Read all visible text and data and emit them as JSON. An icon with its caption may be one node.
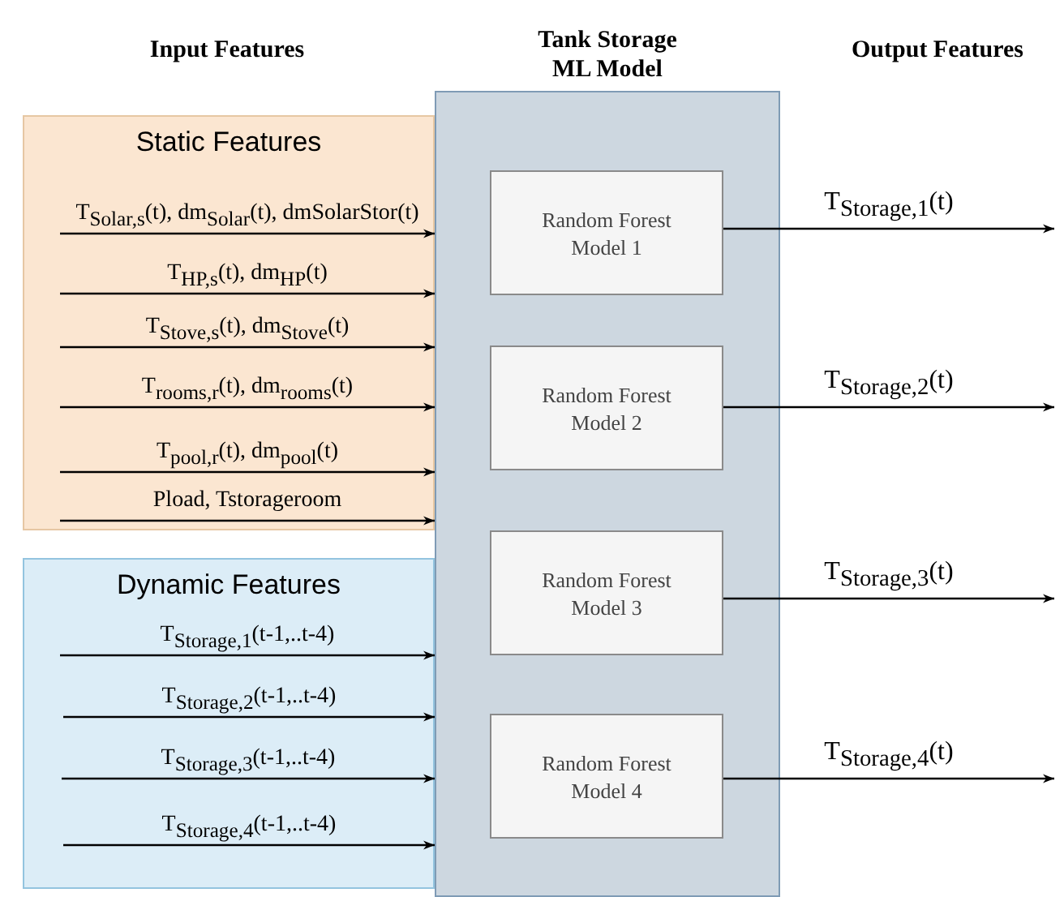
{
  "diagram": {
    "nodes": [
      {
        "text": [
          "Static Features"
        ]
      },
      {
        "text": [
          "Dynamic Features"
        ]
      },
      {
        "text": [
          "Tank Storage ML Model"
        ]
      },
      {
        "text": [
          "Random Forest Model 1"
        ],
        "in": 2
      },
      {
        "text": [
          "Random Forest Model 2"
        ],
        "in": 2
      },
      {
        "text": [
          "Random Forest Model 3"
        ],
        "in": 2
      },
      {
        "text": [
          "Random Forest Model 4"
        ],
        "in": 2
      }
    ],
    "edges": [
      {
        "from": 0,
        "to": 2,
        "arrow": "to",
        "label": "T$_{Solar,s}$(t), dm$_{Solar}$(t), dmSolarStor(t)"
      },
      {
        "from": 0,
        "to": 2,
        "arrow": "to",
        "label": "T$_{HP,s}$(t), dm$_{HP}$(t)"
      },
      {
        "from": 0,
        "to": 2,
        "arrow": "to",
        "label": "T$_{Stove,s}$(t), dm$_{Stove}$(t)"
      },
      {
        "from": 0,
        "to": 2,
        "arrow": "to",
        "label": "T$_{rooms,r}$(t), dm$_{rooms}$(t)"
      },
      {
        "from": 0,
        "to": 2,
        "arrow": "to",
        "label": "T$_{pool,r}$(t), dm$_{pool}$(t)"
      },
      {
        "from": 0,
        "to": 2,
        "arrow": "to",
        "label": "Pload, Tstorageroom"
      },
      {
        "from": 1,
        "to": 2,
        "arrow": "to",
        "label": "T$_{Storage,1}$(t-1,..t-4)"
      },
      {
        "from": 1,
        "to": 2,
        "arrow": "to",
        "label": "T$_{Storage,2}$(t-1,..t-4)"
      },
      {
        "from": 1,
        "to": 2,
        "arrow": "to",
        "label": "T$_{Storage,3}$(t-1,..t-4)"
      },
      {
        "from": 1,
        "to": 2,
        "arrow": "to",
        "label": "T$_{Storage,4}$(t-1,..t-4)"
      },
      {
        "from": 3,
        "to": null,
        "arrow": "to",
        "label": "T$_{Storage,1}$(t)"
      },
      {
        "from": 4,
        "to": null,
        "arrow": "to",
        "label": "T$_{Storage,2}$(t)"
      },
      {
        "from": 5,
        "to": null,
        "arrow": "to",
        "label": "T$_{Storage,3}$(t)"
      },
      {
        "from": 6,
        "to": null,
        "arrow": "to",
        "label": "T$_{Storage,4}$(t)"
      }
    ],
    "labels": [
      "Input Features",
      "Output Features"
    ]
  }
}
